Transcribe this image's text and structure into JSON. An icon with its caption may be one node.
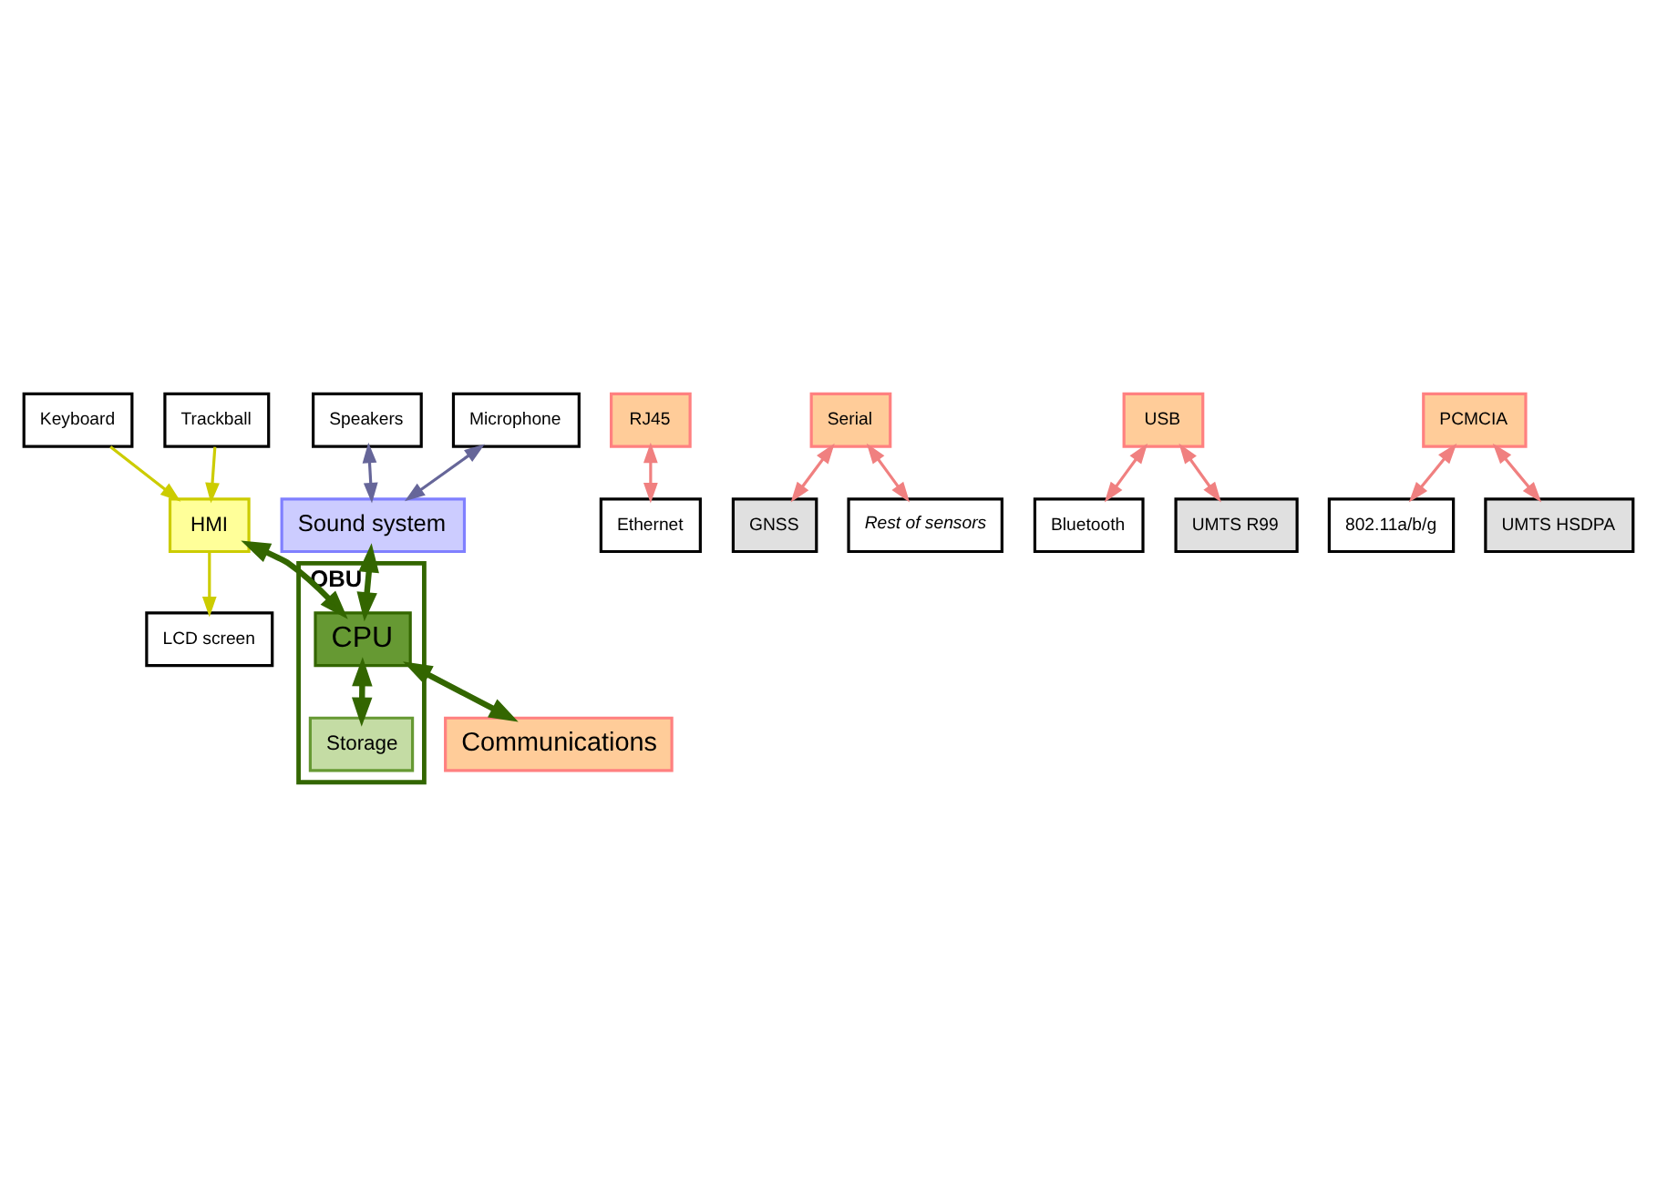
{
  "diagram": {
    "nodes": [
      {
        "text": [
          "Keyboard"
        ]
      },
      {
        "text": [
          "Trackball"
        ]
      },
      {
        "text": [
          "LCD screen"
        ]
      },
      {
        "text": [
          "HMI"
        ]
      },
      {
        "text": [
          "OBU"
        ]
      },
      {
        "text": [
          "Speakers"
        ]
      },
      {
        "text": [
          "Microphone"
        ]
      },
      {
        "text": [
          "Sound system"
        ]
      },
      {
        "text": [
          "CPU"
        ],
        "in": 4
      },
      {
        "text": [
          "Storage"
        ],
        "in": 4
      },
      {
        "text": [
          "Communications"
        ]
      },
      {
        "text": [
          "RJ45"
        ]
      },
      {
        "text": [
          "Serial"
        ]
      },
      {
        "text": [
          "USB"
        ]
      },
      {
        "text": [
          "PCMCIA"
        ]
      },
      {
        "text": [
          "Ethernet"
        ]
      },
      {
        "text": [
          "GNSS"
        ]
      },
      {
        "text": [
          "Rest of sensors"
        ]
      },
      {
        "text": [
          "Bluetooth"
        ]
      },
      {
        "text": [
          "UMTS R99"
        ]
      },
      {
        "text": [
          "802.11a/b/g"
        ]
      },
      {
        "text": [
          "UMTS HSDPA"
        ]
      }
    ],
    "edges": [
      {
        "from": 0,
        "to": 3,
        "arrow": "to",
        "color": "#cccc00"
      },
      {
        "from": 1,
        "to": 3,
        "arrow": "to",
        "color": "#cccc00"
      },
      {
        "from": 3,
        "to": 2,
        "arrow": "to",
        "color": "#cccc00"
      },
      {
        "from": 3,
        "to": 8,
        "arrow": "both",
        "style": "thick",
        "color": "#336600"
      },
      {
        "from": 7,
        "to": 8,
        "arrow": "both",
        "style": "thick",
        "color": "#336600"
      },
      {
        "from": 8,
        "to": 10,
        "arrow": "both",
        "style": "thick",
        "color": "#336600"
      },
      {
        "from": 8,
        "to": 9,
        "arrow": "both",
        "style": "thick",
        "color": "#336600"
      },
      {
        "from": 5,
        "to": 7,
        "arrow": "both",
        "color": "#666699"
      },
      {
        "from": 6,
        "to": 7,
        "arrow": "both",
        "color": "#666699"
      },
      {
        "from": 11,
        "to": 15,
        "arrow": "both"
      },
      {
        "from": 12,
        "to": 16,
        "arrow": "both"
      },
      {
        "from": 12,
        "to": 17,
        "arrow": "both"
      },
      {
        "from": 13,
        "to": 18,
        "arrow": "both"
      },
      {
        "from": 13,
        "to": 19,
        "arrow": "both"
      },
      {
        "from": 14,
        "to": 20,
        "arrow": "both"
      },
      {
        "from": 14,
        "to": 21,
        "arrow": "both"
      }
    ]
  }
}
